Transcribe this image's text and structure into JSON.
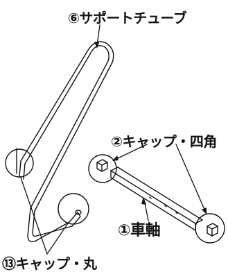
{
  "labels": {
    "support_tube": "⑥サポートチューブ",
    "cap_square": "②キャップ・四角",
    "axle": "①車軸",
    "cap_round": "⑬キャップ・丸"
  },
  "colors": {
    "line": "#111111",
    "background": "#ffffff"
  }
}
